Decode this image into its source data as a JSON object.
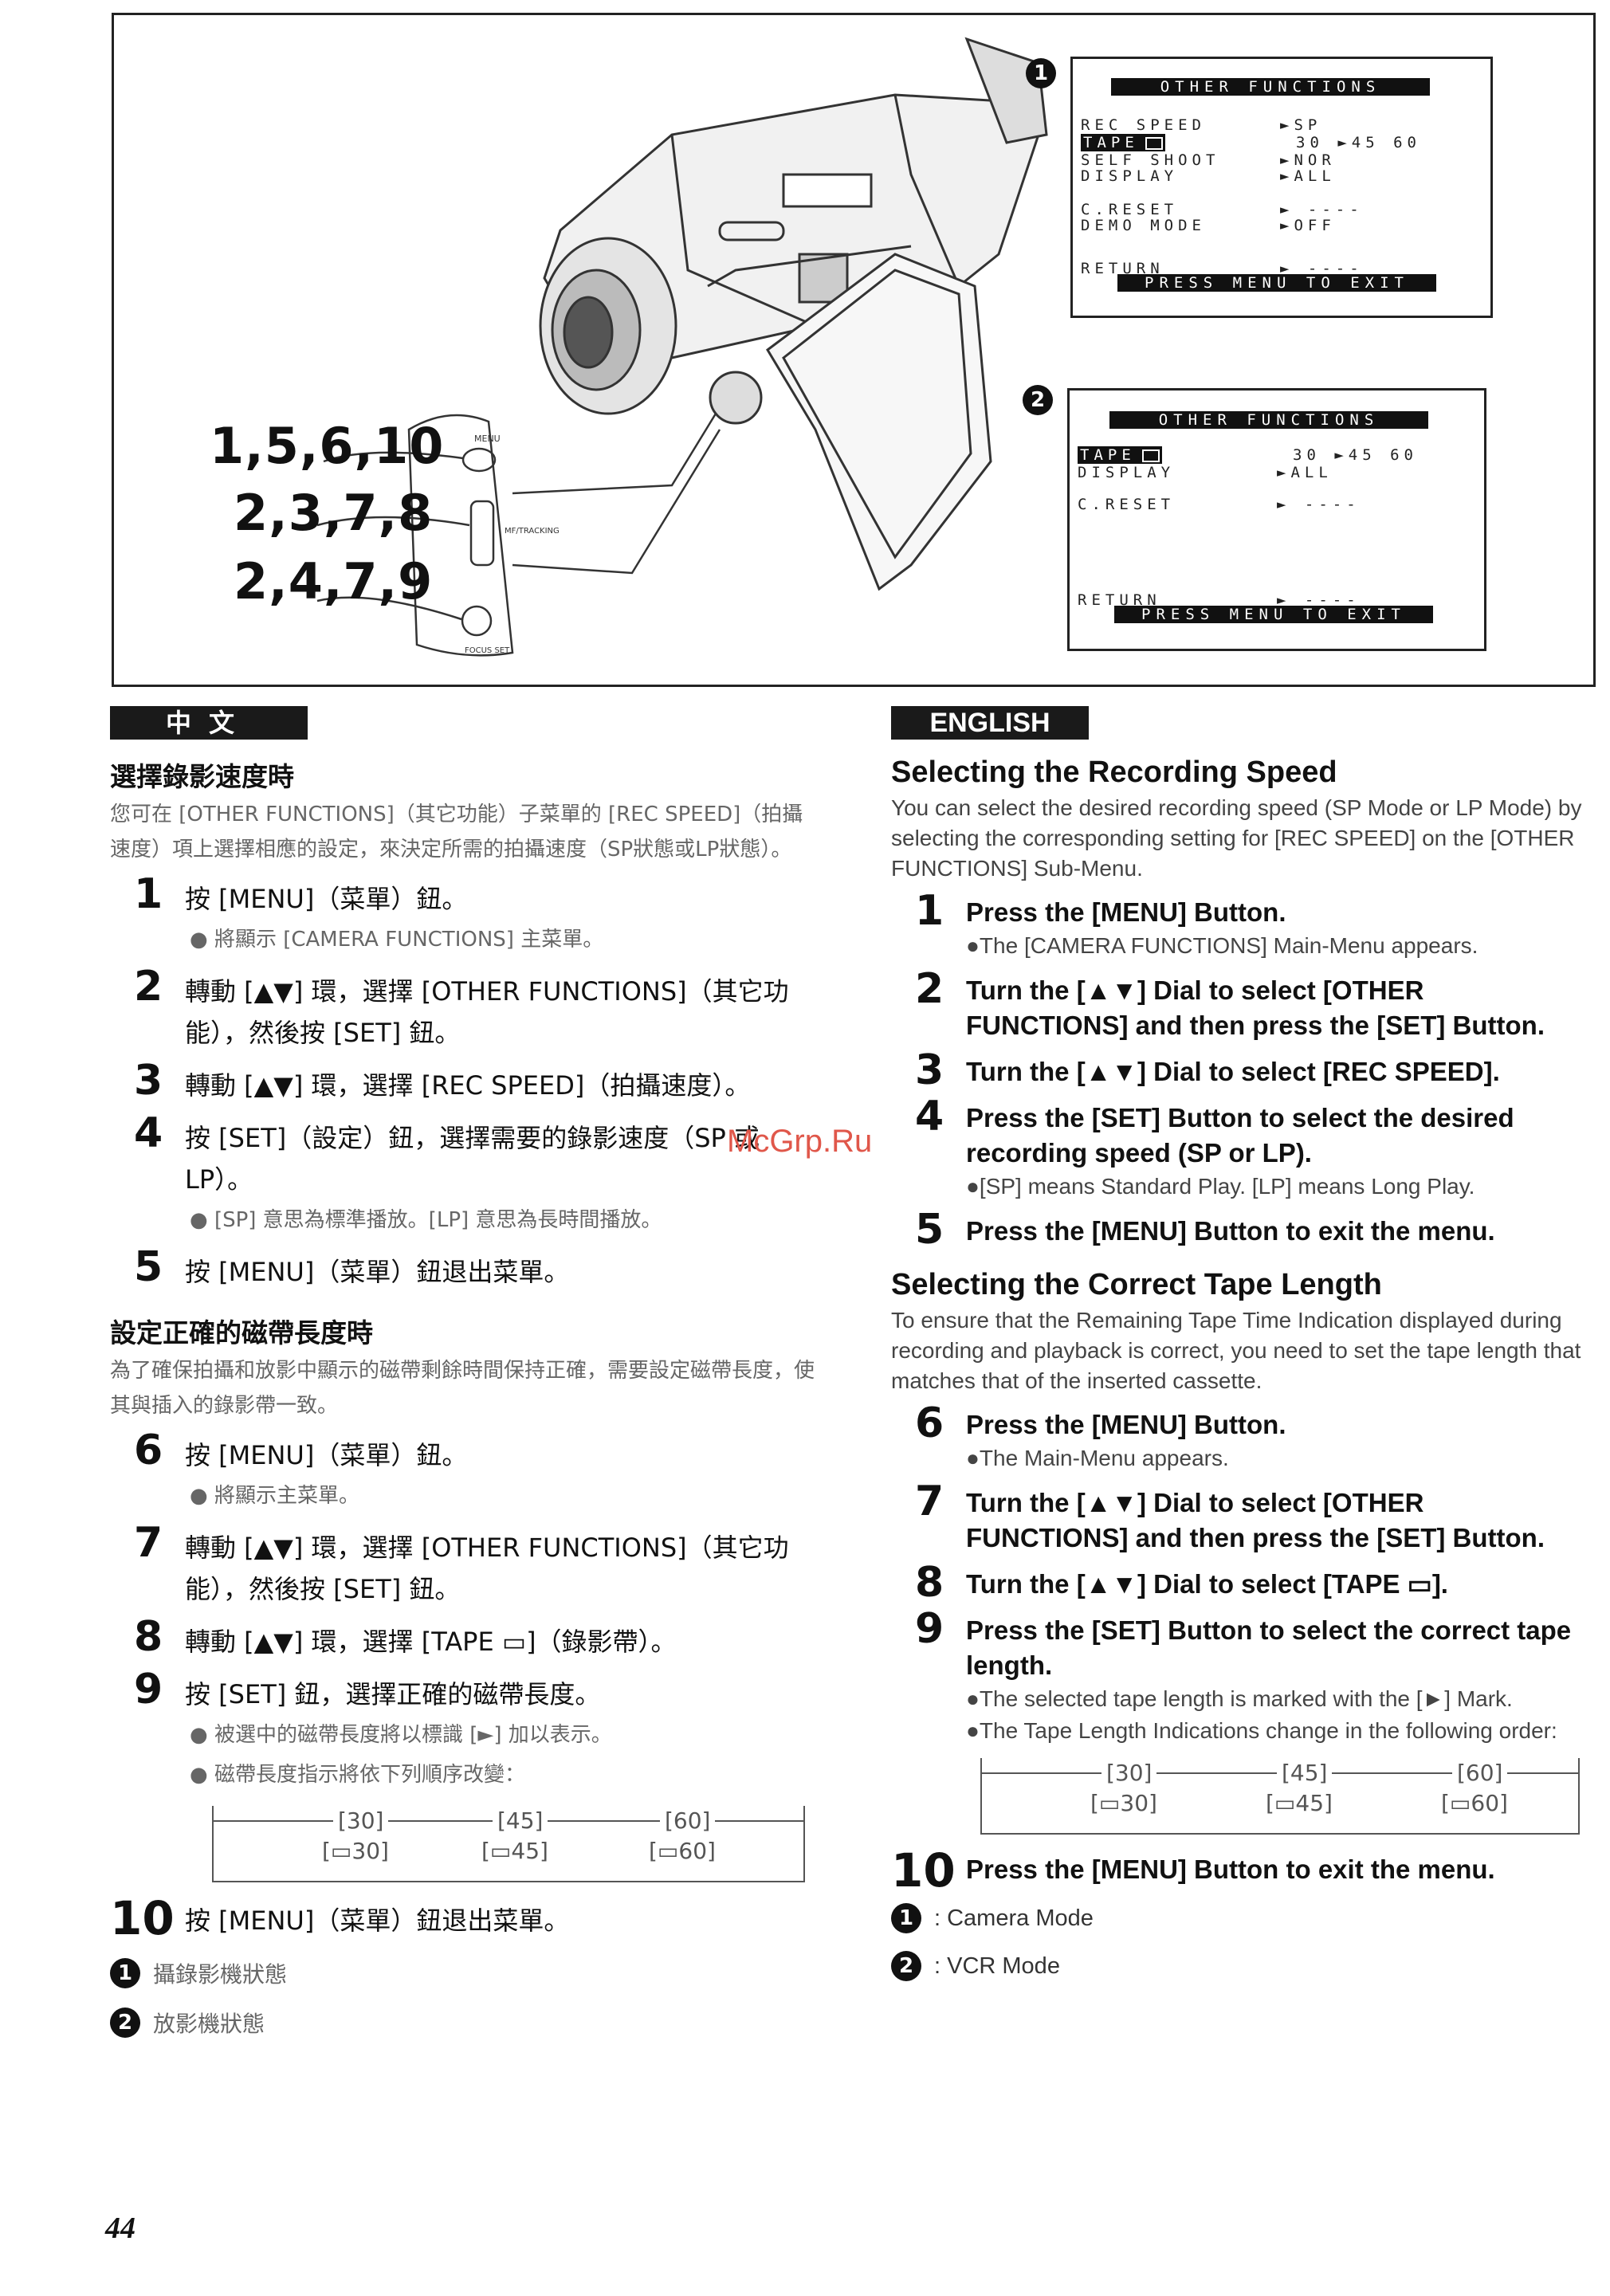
{
  "figure": {
    "step_labels": [
      "1,5,6,10",
      "2,3,7,8",
      "2,4,7,9"
    ],
    "control_labels": {
      "menu": "MENU",
      "tracking": "MF/TRACKING",
      "focus_set": "FOCUS SET"
    },
    "osd1": {
      "marker": "1",
      "title": "OTHER FUNCTIONS",
      "rows": [
        {
          "label": "REC SPEED",
          "value": "►SP"
        },
        {
          "label": "TAPE",
          "value": "30 ►45 60"
        },
        {
          "label": "SELF SHOOT",
          "value": "►NOR"
        },
        {
          "label": "DISPLAY",
          "value": "►ALL"
        },
        {
          "label": "C.RESET",
          "value": "► ----"
        },
        {
          "label": "DEMO MODE",
          "value": "►OFF"
        },
        {
          "label": "RETURN",
          "value": "► ----"
        }
      ],
      "footer": "PRESS MENU TO EXIT"
    },
    "osd2": {
      "marker": "2",
      "title": "OTHER FUNCTIONS",
      "rows": [
        {
          "label": "TAPE",
          "value": "30 ►45 60"
        },
        {
          "label": "DISPLAY",
          "value": "►ALL"
        },
        {
          "label": "C.RESET",
          "value": "► ----"
        },
        {
          "label": "RETURN",
          "value": "► ----"
        }
      ],
      "footer": "PRESS MENU TO EXIT"
    }
  },
  "zh": {
    "tab": "中文",
    "s1_title": "選擇錄影速度時",
    "s1_intro": "您可在 [OTHER FUNCTIONS]（其它功能）子菜單的 [REC SPEED]（拍攝速度）項上選擇相應的設定，來決定所需的拍攝速度（SP狀態或LP狀態）。",
    "steps1": [
      {
        "n": "1",
        "t": "按 [MENU]（菜單）鈕。",
        "notes": [
          "● 將顯示 [CAMERA FUNCTIONS] 主菜單。"
        ]
      },
      {
        "n": "2",
        "t": "轉動 [▲▼] 環，選擇 [OTHER FUNCTIONS]（其它功能），然後按 [SET] 鈕。",
        "notes": []
      },
      {
        "n": "3",
        "t": "轉動 [▲▼] 環，選擇 [REC SPEED]（拍攝速度）。",
        "notes": []
      },
      {
        "n": "4",
        "t": "按 [SET]（設定）鈕，選擇需要的錄影速度（SP 或 LP）。",
        "notes": [
          "● [SP] 意思為標準播放。[LP] 意思為長時間播放。"
        ]
      },
      {
        "n": "5",
        "t": "按 [MENU]（菜單）鈕退出菜單。",
        "notes": []
      }
    ],
    "s2_title": "設定正確的磁帶長度時",
    "s2_intro": "為了確保拍攝和放影中顯示的磁帶剩餘時間保持正確，需要設定磁帶長度，使其與插入的錄影帶一致。",
    "steps2": [
      {
        "n": "6",
        "t": "按 [MENU]（菜單）鈕。",
        "notes": [
          "● 將顯示主菜單。"
        ]
      },
      {
        "n": "7",
        "t": "轉動 [▲▼] 環，選擇 [OTHER FUNCTIONS]（其它功能），然後按 [SET] 鈕。",
        "notes": []
      },
      {
        "n": "8",
        "t": "轉動 [▲▼] 環，選擇 [TAPE ▭]（錄影帶）。",
        "notes": []
      },
      {
        "n": "9",
        "t": "按 [SET] 鈕，選擇正確的磁帶長度。",
        "notes": [
          "● 被選中的磁帶長度將以標識 [►] 加以表示。",
          "● 磁帶長度指示將依下列順序改變："
        ]
      }
    ],
    "order": {
      "top": [
        "[30]",
        "[45]",
        "[60]"
      ],
      "bottom": [
        "[▭30]",
        "[▭45]",
        "[▭60]"
      ]
    },
    "step10": {
      "n": "10",
      "t": "按 [MENU]（菜單）鈕退出菜單。"
    },
    "legend": [
      {
        "n": "1",
        "t": "攝錄影機狀態"
      },
      {
        "n": "2",
        "t": "放影機狀態"
      }
    ]
  },
  "en": {
    "tab": "ENGLISH",
    "s1_title": "Selecting the Recording Speed",
    "s1_intro": "You can select the desired recording speed (SP Mode or LP Mode) by selecting the corresponding setting for [REC SPEED] on the [OTHER FUNCTIONS] Sub-Menu.",
    "steps1": [
      {
        "n": "1",
        "t": "Press the [MENU] Button.",
        "notes": [
          "●The [CAMERA FUNCTIONS] Main-Menu appears."
        ]
      },
      {
        "n": "2",
        "t": "Turn the [▲▼] Dial to select [OTHER FUNCTIONS] and then press the [SET] Button.",
        "notes": []
      },
      {
        "n": "3",
        "t": "Turn the [▲▼] Dial to select [REC SPEED].",
        "notes": []
      },
      {
        "n": "4",
        "t": "Press the [SET] Button to select the desired recording speed (SP or LP).",
        "notes": [
          "●[SP] means Standard Play. [LP] means Long Play."
        ]
      },
      {
        "n": "5",
        "t": "Press the [MENU] Button to exit the menu.",
        "notes": []
      }
    ],
    "s2_title": "Selecting the Correct Tape Length",
    "s2_intro": "To ensure that the Remaining Tape Time Indication displayed during recording and playback is correct, you need to set the tape length that matches that of the inserted cassette.",
    "steps2": [
      {
        "n": "6",
        "t": "Press the [MENU] Button.",
        "notes": [
          "●The Main-Menu appears."
        ]
      },
      {
        "n": "7",
        "t": "Turn the [▲▼] Dial to select [OTHER FUNCTIONS] and then press the [SET] Button.",
        "notes": []
      },
      {
        "n": "8",
        "t": "Turn the [▲▼] Dial to select [TAPE ▭].",
        "notes": []
      },
      {
        "n": "9",
        "t": "Press the [SET] Button to select the correct tape length.",
        "notes": [
          "●The selected tape length is marked with the [►] Mark.",
          "●The Tape Length Indications change in the following order:"
        ]
      }
    ],
    "order": {
      "top": [
        "[30]",
        "[45]",
        "[60]"
      ],
      "bottom": [
        "[▭30]",
        "[▭45]",
        "[▭60]"
      ]
    },
    "step10": {
      "n": "10",
      "t": "Press the [MENU] Button to exit the menu."
    },
    "legend": [
      {
        "n": "1",
        "t": ": Camera Mode"
      },
      {
        "n": "2",
        "t": ": VCR Mode"
      }
    ]
  },
  "watermark": "McGrp.Ru",
  "page_number": "44"
}
